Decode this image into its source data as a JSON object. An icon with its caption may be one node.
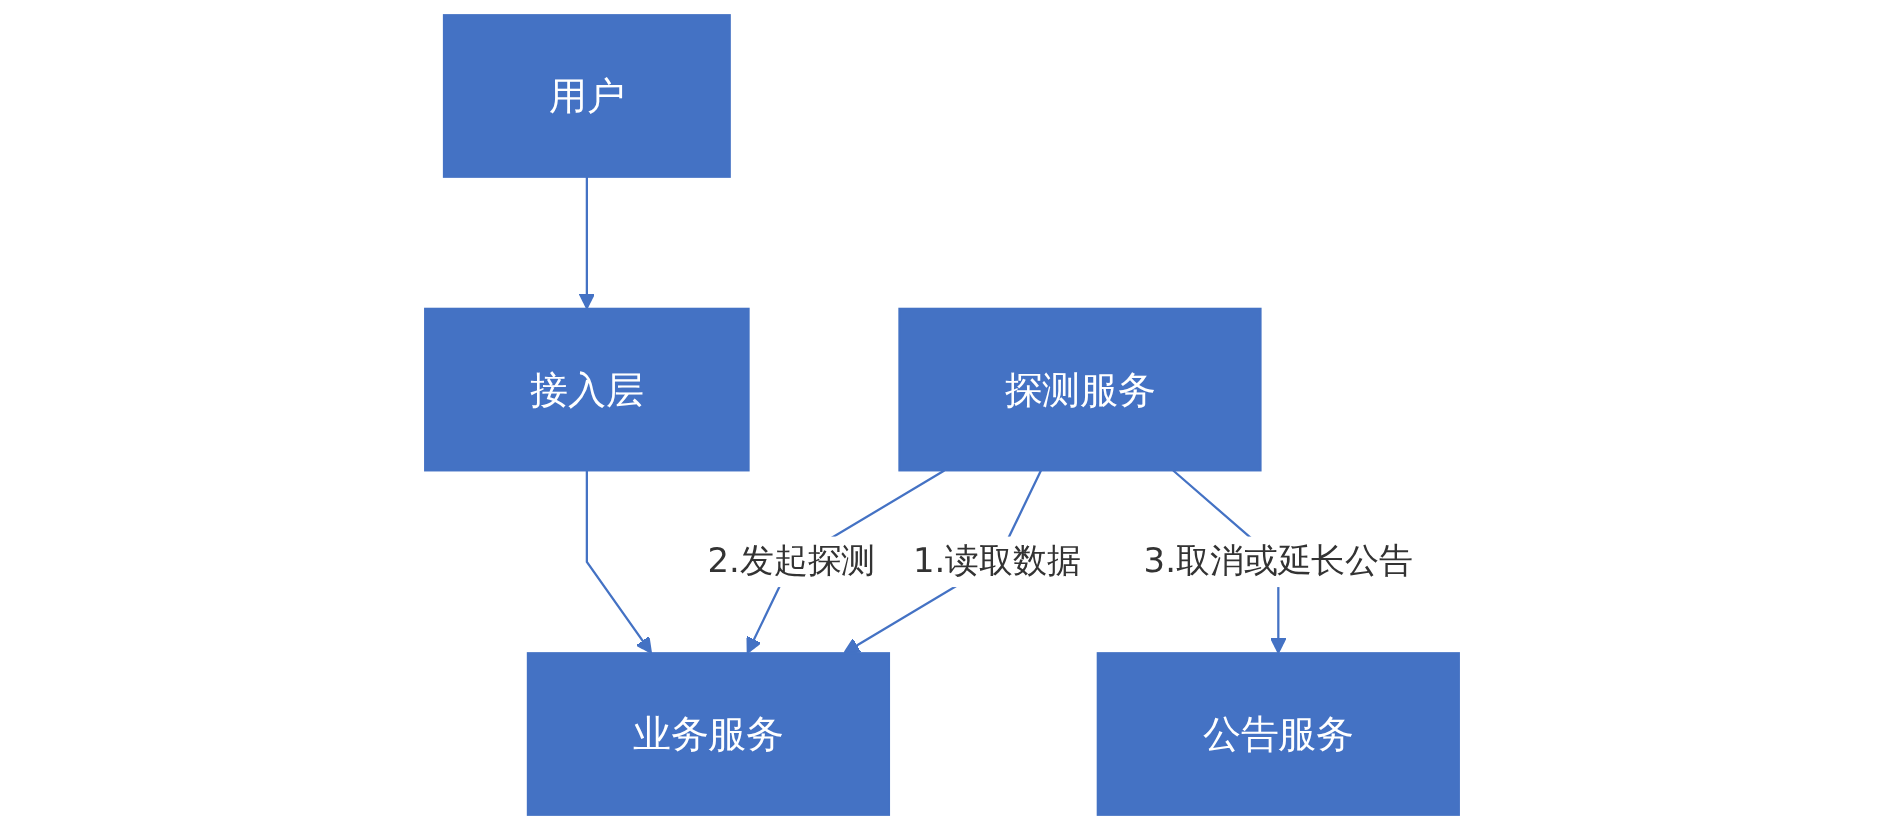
{
  "diagram": {
    "nodes": [
      {
        "text": [
          "用户"
        ]
      },
      {
        "text": [
          "接入层"
        ]
      },
      {
        "text": [
          "探测服务"
        ]
      },
      {
        "text": [
          "公告服务"
        ]
      },
      {
        "text": [
          "业务服务"
        ]
      }
    ],
    "edges": [
      {
        "from": 0,
        "to": 1,
        "arrow": "to"
      },
      {
        "from": 1,
        "to": 4,
        "arrow": "to"
      },
      {
        "from": 2,
        "to": 3,
        "label": "3.取消或延长公告",
        "arrow": "to"
      },
      {
        "from": 2,
        "to": 4,
        "label": "2.发起探测",
        "arrow": "to"
      },
      {
        "from": 2,
        "to": 4,
        "label": "1.读取数据",
        "arrow": "to"
      }
    ]
  }
}
